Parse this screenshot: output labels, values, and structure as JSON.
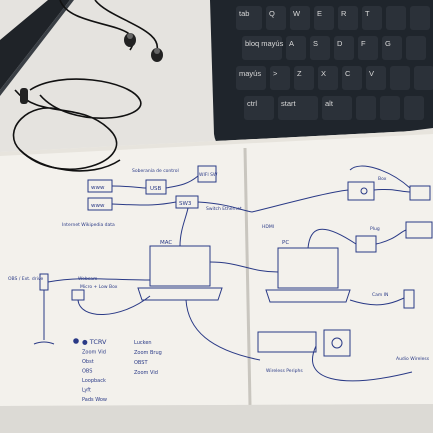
{
  "keyboard": {
    "keys": [
      "tab",
      "Q",
      "W",
      "E",
      "R",
      "T",
      "bloq mayús",
      "A",
      "S",
      "D",
      "F",
      "G",
      "mayús",
      ">",
      "Z",
      "X",
      "C",
      "V",
      "ctrl",
      "start",
      "alt"
    ],
    "colors": {
      "body": "#1f252c",
      "key": "#2b3139",
      "legend": "#d8d8d8"
    }
  },
  "sketch": {
    "left_page": {
      "www_1": "www",
      "www_2": "www",
      "hub_label": "Soberanía de control",
      "usb_box": "USB",
      "switch_box": "SW3",
      "wifi_box": "WIFI SW",
      "laptop_left": "MAC",
      "switch_ethernet": "Switch Ethernet",
      "network_note": "Internet Wikipedia data",
      "mic_label": "Micro + Low Box",
      "cam_label": "Webcam",
      "tcrv_list": [
        "● TCRV",
        "Zoom Vid",
        "Obst",
        "OBS",
        "Loopback",
        "Lyft",
        "Pads Wow"
      ],
      "right_list": [
        "Lucken",
        "Zoom Brug",
        "OBST",
        "Zoom Vid"
      ],
      "obs_label": "OBS / Ext. drive"
    },
    "right_page": {
      "laptop_right": "PC",
      "hdmi_label": "HDMI",
      "audio_wireless": "Audio Wireless",
      "wireless_peripherals": "Wireless Periphs",
      "label_top": "Box",
      "label_side": "Plug",
      "label_cam": "Cam IN"
    },
    "ink_color": "#2a3a86"
  }
}
